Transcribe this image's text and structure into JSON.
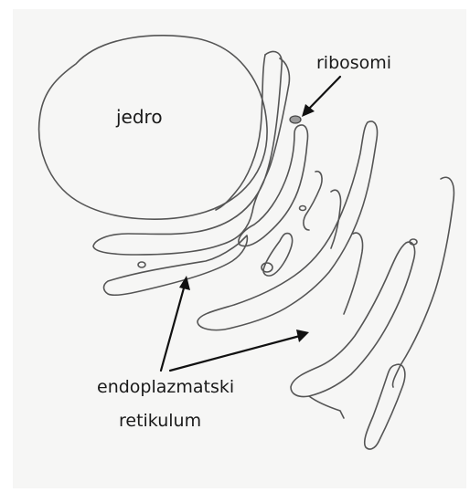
{
  "figure": {
    "background_color": "#f6f6f5",
    "line_color": "#555555",
    "labels": {
      "nucleus": "jedro",
      "ribosomes": "ribosomi",
      "er_line1": "endoplazmatski",
      "er_line2": "retikulum"
    }
  }
}
